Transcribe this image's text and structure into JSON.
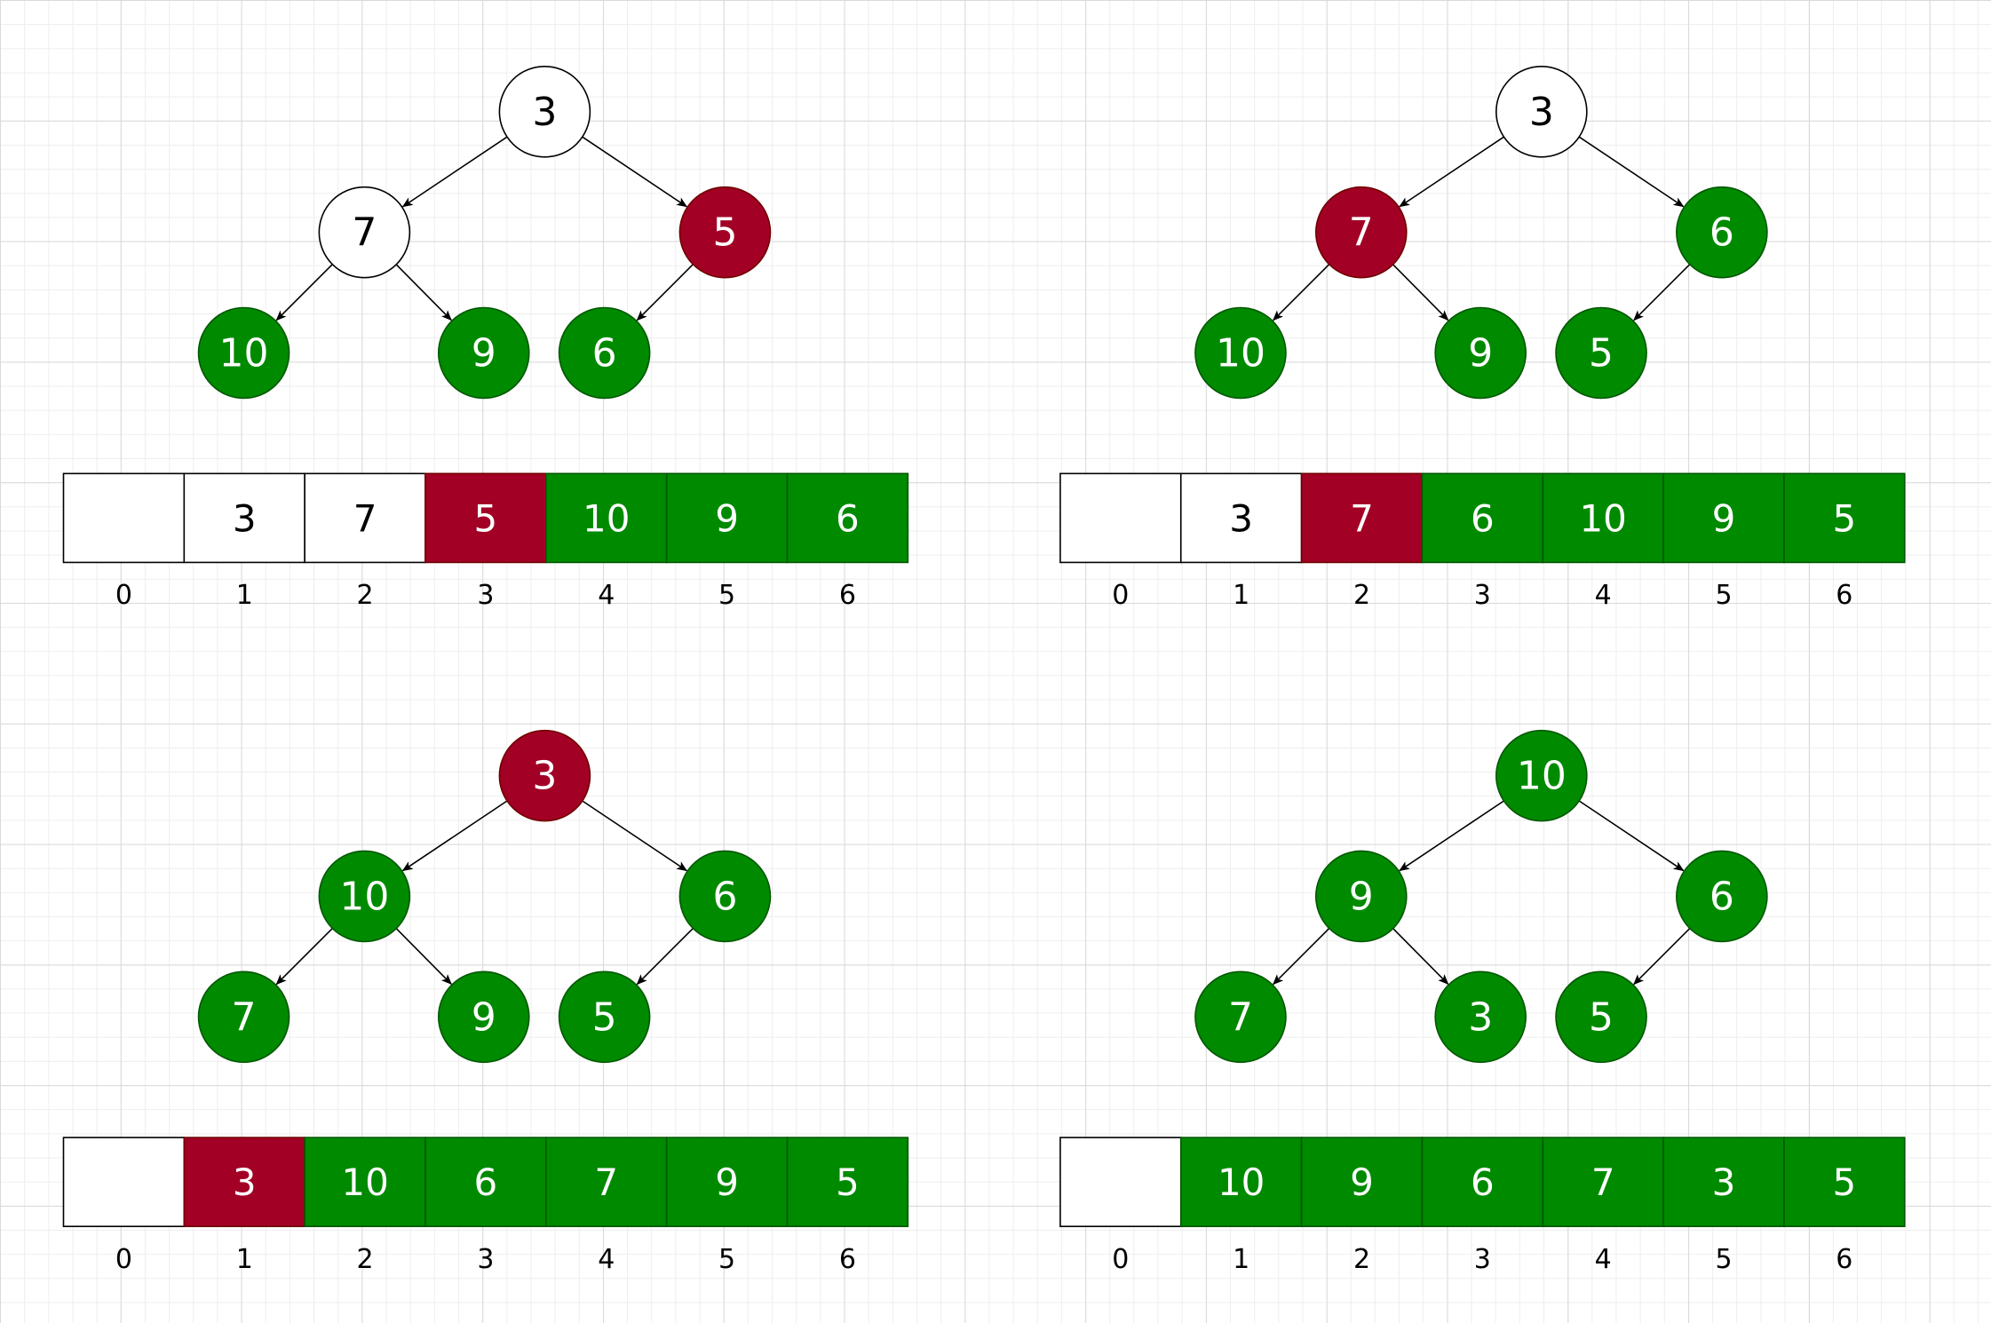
{
  "colors": {
    "default_fill": "#ffffff",
    "default_text": "#000000",
    "active_fill": "#a20025",
    "active_stroke": "#6f0000",
    "heap_fill": "#008a00",
    "heap_stroke": "#005700",
    "light_text": "#ffffff",
    "edge": "#000000"
  },
  "panels": [
    {
      "tree": [
        {
          "value": "3",
          "state": "default"
        },
        {
          "value": "7",
          "state": "default"
        },
        {
          "value": "5",
          "state": "active"
        },
        {
          "value": "10",
          "state": "heap"
        },
        {
          "value": "9",
          "state": "heap"
        },
        {
          "value": "6",
          "state": "heap"
        }
      ],
      "array": [
        {
          "value": "",
          "state": "default"
        },
        {
          "value": "3",
          "state": "default"
        },
        {
          "value": "7",
          "state": "default"
        },
        {
          "value": "5",
          "state": "active"
        },
        {
          "value": "10",
          "state": "heap"
        },
        {
          "value": "9",
          "state": "heap"
        },
        {
          "value": "6",
          "state": "heap"
        }
      ],
      "indices": [
        "0",
        "1",
        "2",
        "3",
        "4",
        "5",
        "6"
      ]
    },
    {
      "tree": [
        {
          "value": "3",
          "state": "default"
        },
        {
          "value": "7",
          "state": "active"
        },
        {
          "value": "6",
          "state": "heap"
        },
        {
          "value": "10",
          "state": "heap"
        },
        {
          "value": "9",
          "state": "heap"
        },
        {
          "value": "5",
          "state": "heap"
        }
      ],
      "array": [
        {
          "value": "",
          "state": "default"
        },
        {
          "value": "3",
          "state": "default"
        },
        {
          "value": "7",
          "state": "active"
        },
        {
          "value": "6",
          "state": "heap"
        },
        {
          "value": "10",
          "state": "heap"
        },
        {
          "value": "9",
          "state": "heap"
        },
        {
          "value": "5",
          "state": "heap"
        }
      ],
      "indices": [
        "0",
        "1",
        "2",
        "3",
        "4",
        "5",
        "6"
      ]
    },
    {
      "tree": [
        {
          "value": "3",
          "state": "active"
        },
        {
          "value": "10",
          "state": "heap"
        },
        {
          "value": "6",
          "state": "heap"
        },
        {
          "value": "7",
          "state": "heap"
        },
        {
          "value": "9",
          "state": "heap"
        },
        {
          "value": "5",
          "state": "heap"
        }
      ],
      "array": [
        {
          "value": "",
          "state": "default"
        },
        {
          "value": "3",
          "state": "active"
        },
        {
          "value": "10",
          "state": "heap"
        },
        {
          "value": "6",
          "state": "heap"
        },
        {
          "value": "7",
          "state": "heap"
        },
        {
          "value": "9",
          "state": "heap"
        },
        {
          "value": "5",
          "state": "heap"
        }
      ],
      "indices": [
        "0",
        "1",
        "2",
        "3",
        "4",
        "5",
        "6"
      ]
    },
    {
      "tree": [
        {
          "value": "10",
          "state": "heap"
        },
        {
          "value": "9",
          "state": "heap"
        },
        {
          "value": "6",
          "state": "heap"
        },
        {
          "value": "7",
          "state": "heap"
        },
        {
          "value": "3",
          "state": "heap"
        },
        {
          "value": "5",
          "state": "heap"
        }
      ],
      "array": [
        {
          "value": "",
          "state": "default"
        },
        {
          "value": "10",
          "state": "heap"
        },
        {
          "value": "9",
          "state": "heap"
        },
        {
          "value": "6",
          "state": "heap"
        },
        {
          "value": "7",
          "state": "heap"
        },
        {
          "value": "3",
          "state": "heap"
        },
        {
          "value": "5",
          "state": "heap"
        }
      ],
      "indices": [
        "0",
        "1",
        "2",
        "3",
        "4",
        "5",
        "6"
      ]
    }
  ]
}
